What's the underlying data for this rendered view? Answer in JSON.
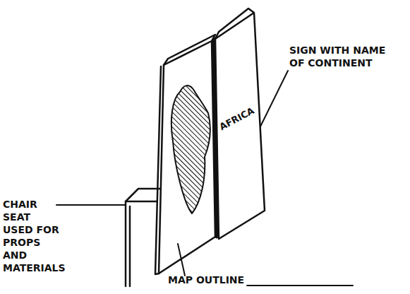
{
  "diagram": {
    "nodes": [
      {
        "text": [
          "AFRICA"
        ]
      }
    ],
    "labels": [
      "SIGN WITH NAME OF CONTINENT",
      "CHAIR SEAT USED FOR PROPS AND MATERIALS",
      "MAP OUTLINE"
    ]
  }
}
